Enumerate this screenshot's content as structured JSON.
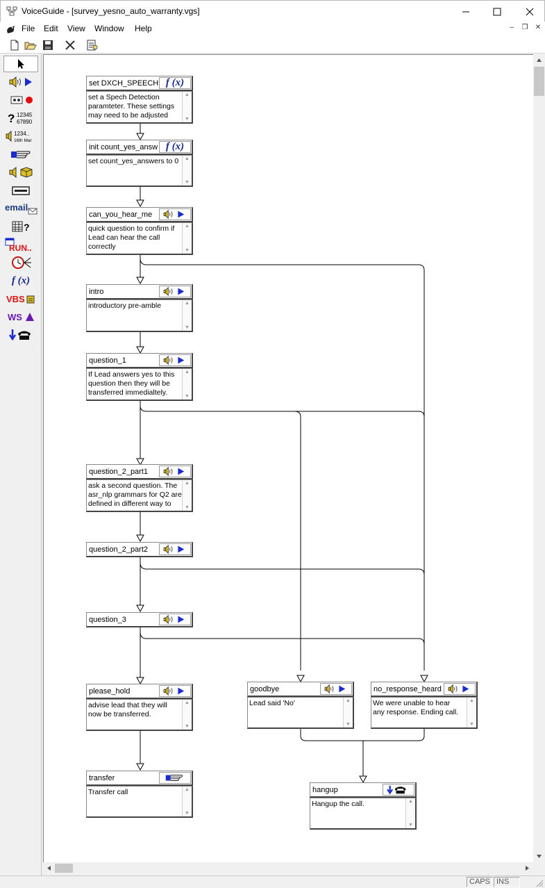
{
  "window": {
    "title": "VoiceGuide - [survey_yesno_auto_warranty.vgs]",
    "app_icon": "voiceguide-icon"
  },
  "menu": {
    "items": [
      "File",
      "Edit",
      "View",
      "Window",
      "Help"
    ]
  },
  "toolbar": {
    "buttons": [
      "new-file-icon",
      "open-folder-icon",
      "save-icon",
      "delete-icon",
      "properties-icon"
    ]
  },
  "palette": {
    "items": [
      {
        "name": "pointer-tool",
        "label": ""
      },
      {
        "name": "play-tool",
        "label": ""
      },
      {
        "name": "record-tool",
        "label": ""
      },
      {
        "name": "get-numbers-tool",
        "label": "12345 67890"
      },
      {
        "name": "say-numbers-tool",
        "label": "1234... 16th Mar"
      },
      {
        "name": "transfer-tool",
        "label": ""
      },
      {
        "name": "voicemail-tool",
        "label": ""
      },
      {
        "name": "radio-tool",
        "label": ""
      },
      {
        "name": "email-tool",
        "label": "email"
      },
      {
        "name": "db-query-tool",
        "label": ""
      },
      {
        "name": "run-program-tool",
        "label": "RUN.."
      },
      {
        "name": "time-switch-tool",
        "label": ""
      },
      {
        "name": "evaluate-expression-tool",
        "label": "f(x)"
      },
      {
        "name": "vbs-tool",
        "label": "VBS"
      },
      {
        "name": "web-service-tool",
        "label": "WS"
      },
      {
        "name": "hangup-tool",
        "label": ""
      }
    ]
  },
  "modules": [
    {
      "id": "m1",
      "title": "set DXCH_SPEECH",
      "icon": "fx",
      "desc": "set a Spech Detection\nparamteter. These settings\nmay need to be adjusted"
    },
    {
      "id": "m2",
      "title": "init count_yes_answ",
      "icon": "fx",
      "desc": "set count_yes_answers to 0"
    },
    {
      "id": "m3",
      "title": "can_you_hear_me",
      "icon": "play",
      "desc": "quick question to confirm if\nLead  can hear the call\ncorrectly"
    },
    {
      "id": "m4",
      "title": "intro",
      "icon": "play",
      "desc": "introductory pre-amble"
    },
    {
      "id": "m5",
      "title": "question_1",
      "icon": "play",
      "desc": "If Lead answers yes to this\nquestion then they will be\ntransferred immedialtely."
    },
    {
      "id": "m6",
      "title": "question_2_part1",
      "icon": "play",
      "desc": "ask a second question. The\nasr_nlp grammars for Q2 are\ndefined in different way to"
    },
    {
      "id": "m7",
      "title": "question_2_part2",
      "icon": "play",
      "desc": ""
    },
    {
      "id": "m8",
      "title": "question_3",
      "icon": "play",
      "desc": ""
    },
    {
      "id": "m9",
      "title": "please_hold",
      "icon": "play",
      "desc": "advise lead that they will\nnow be transferred."
    },
    {
      "id": "m10",
      "title": "transfer",
      "icon": "transfer",
      "desc": "Transfer call"
    },
    {
      "id": "m11",
      "title": "goodbye",
      "icon": "play",
      "desc": "Lead said 'No'"
    },
    {
      "id": "m12",
      "title": "no_response_heard",
      "icon": "play",
      "desc": "We were unable to hear\nany response. Ending call."
    },
    {
      "id": "m13",
      "title": "hangup",
      "icon": "hangup",
      "desc": "Hangup the call."
    }
  ],
  "status": {
    "caps": "CAPS",
    "ins": "INS"
  },
  "colors": {
    "accent_blue": "#1a2bd0",
    "record_red": "#e01010",
    "window_bg": "#f0f0f0"
  }
}
